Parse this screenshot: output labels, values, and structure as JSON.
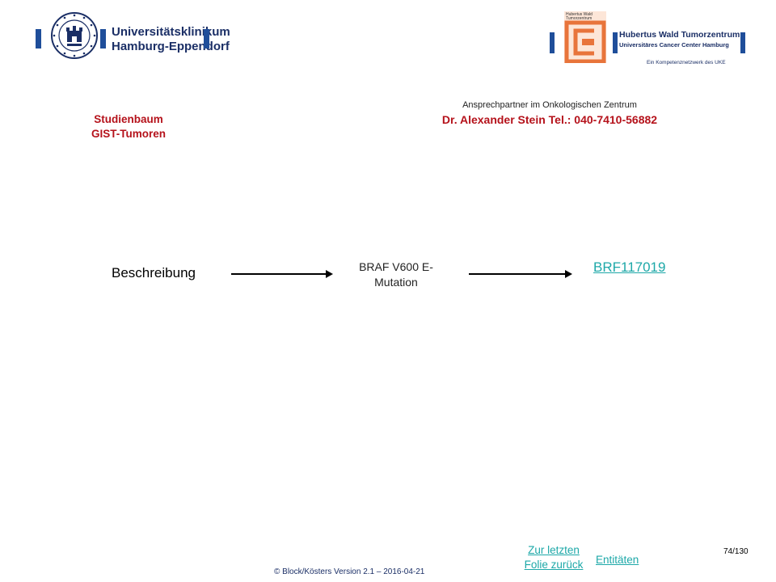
{
  "logos": {
    "uke": {
      "line1": "Universitätsklinikum",
      "line2": "Hamburg-Eppendorf"
    },
    "hubertus": {
      "square_label": "Hubertus Wald Tumorzentrum",
      "title": "Hubertus Wald Tumorzentrum",
      "subtitle": "Universitäres Cancer Center Hamburg",
      "network": "Ein Kompetenznetzwerk des UKE"
    }
  },
  "title": {
    "line1": "Studienbaum",
    "line2": "GIST-Tumoren"
  },
  "contact": {
    "label": "Ansprechpartner im Onkologischen Zentrum",
    "name": "Dr. Alexander Stein Tel.: 040-7410-56882"
  },
  "flow": {
    "description": "Beschreibung",
    "mutation": {
      "line1": "BRAF V600 E-",
      "line2": "Mutation"
    },
    "study": "BRF117019"
  },
  "nav": {
    "back_line1": "Zur letzten",
    "back_line2": "Folie zurück",
    "entities": "Entitäten"
  },
  "page": {
    "number": "74/130"
  },
  "footer": {
    "copyright": "© Block/Kösters Version 2.1 – 2016-04-21"
  },
  "colors": {
    "accent_red": "#b5121b",
    "link_teal": "#1da8a8",
    "brand_blue": "#1f4e9a",
    "orange": "#e8743b"
  }
}
